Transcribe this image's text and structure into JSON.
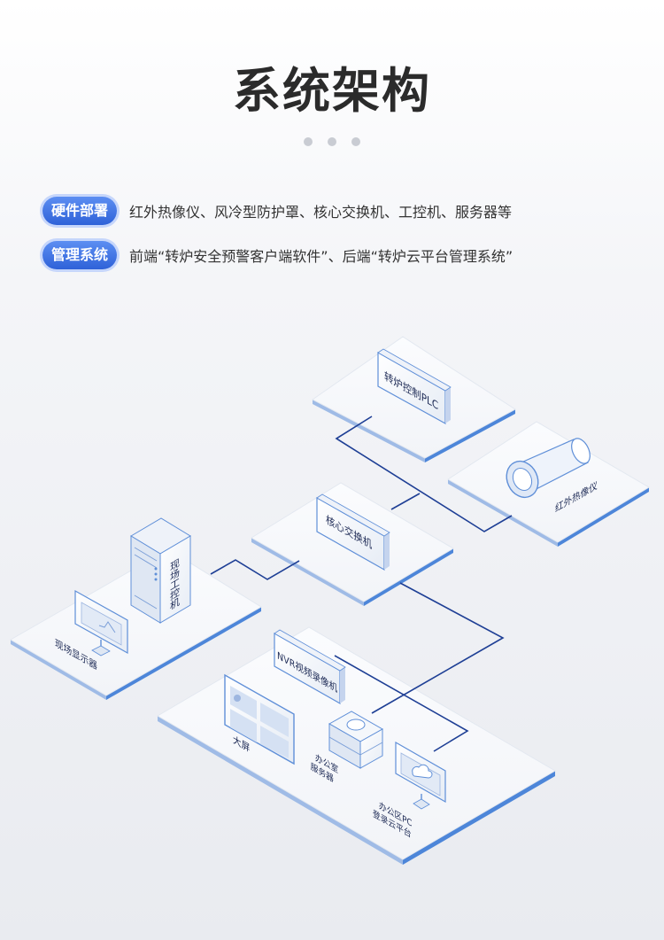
{
  "title": "系统架构",
  "info": [
    {
      "badge": "硬件部署",
      "text": "红外热像仪、风冷型防护罩、核心交换机、工控机、服务器等"
    },
    {
      "badge": "管理系统",
      "text": "前端“转炉安全预警客户端软件”、后端“转炉云平台管理系统”"
    }
  ],
  "diagram": {
    "plc": "转炉控制PLC",
    "thermal_camera": "红外热像仪",
    "core_switch": "核心交换机",
    "industrial_pc": "现场工控机",
    "field_display": "现场显示器",
    "nvr": "NVR视频录像机",
    "big_screen": "大屏",
    "office_server": "办公室服务器",
    "office_pc": "办公区PC登录云平台"
  },
  "colors": {
    "platform_edge": "#4d86d9",
    "line": "#1e3f95",
    "badge": "#2f62d8"
  }
}
